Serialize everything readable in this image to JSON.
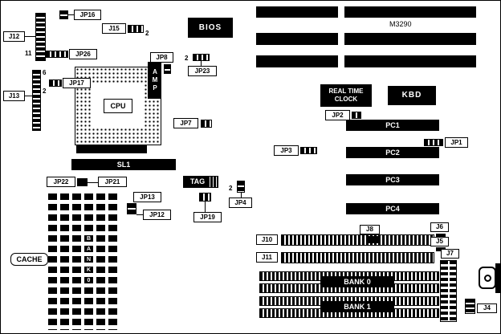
{
  "part_number": "M3290",
  "chips": {
    "bios": "BIOS",
    "cpu": "CPU",
    "amp": "AMP",
    "rtc_line1": "REAL TIME",
    "rtc_line2": "CLOCK",
    "kbd": "KBD",
    "sl1": "SL1",
    "tag": "TAG"
  },
  "slots": {
    "pc1": "PC1",
    "pc2": "PC2",
    "pc3": "PC3",
    "pc4": "PC4"
  },
  "memory": {
    "bank0": "BANK 0",
    "bank1": "BANK 1",
    "cache": "CACHE",
    "cache_letters": [
      "B",
      "A",
      "N",
      "K",
      "0"
    ]
  },
  "jumpers": {
    "jp1": "JP1",
    "jp2": "JP2",
    "jp3": "JP3",
    "jp4": "JP4",
    "jp7": "JP7",
    "jp8": "JP8",
    "jp12": "JP12",
    "jp13": "JP13",
    "jp16": "JP16",
    "jp17": "JP17",
    "jp19": "JP19",
    "jp21": "JP21",
    "jp22": "JP22",
    "jp23": "JP23",
    "jp26": "JP26"
  },
  "connectors": {
    "j4": "J4",
    "j5": "J5",
    "j6": "J6",
    "j7": "J7",
    "j8": "J8",
    "j10": "J10",
    "j11": "J11",
    "j12": "J12",
    "j13": "J13",
    "j15": "J15"
  },
  "pin_numbers": {
    "j12": "11",
    "j13_top": "6",
    "j13_mid": "2",
    "j15": "2",
    "jp23": "2",
    "jp4": "2"
  },
  "colors": {
    "ink": "#000000",
    "paper": "#ffffff"
  }
}
